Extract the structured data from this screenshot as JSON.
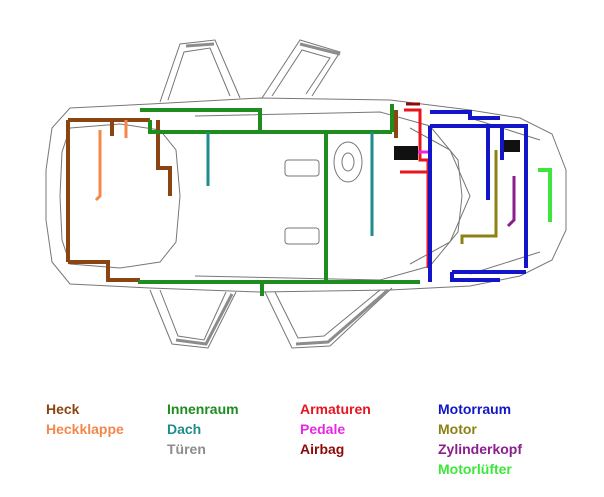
{
  "legend": {
    "col1": [
      {
        "key": "heck",
        "label": "Heck",
        "color": "#8B4513"
      },
      {
        "key": "heckklappe",
        "label": "Heckklappe",
        "color": "#F4874B"
      }
    ],
    "col2": [
      {
        "key": "innenraum",
        "label": "Innenraum",
        "color": "#1E8C1E"
      },
      {
        "key": "dach",
        "label": "Dach",
        "color": "#1E8C8C"
      },
      {
        "key": "tueren",
        "label": "Türen",
        "color": "#8C8C8C"
      }
    ],
    "col3": [
      {
        "key": "armaturen",
        "label": "Armaturen",
        "color": "#E8141E"
      },
      {
        "key": "pedale",
        "label": "Pedale",
        "color": "#E628E6"
      },
      {
        "key": "airbag",
        "label": "Airbag",
        "color": "#8C0A0A"
      }
    ],
    "col4": [
      {
        "key": "motorraum",
        "label": "Motorraum",
        "color": "#1414C8"
      },
      {
        "key": "motor",
        "label": "Motor",
        "color": "#8C8214"
      },
      {
        "key": "zylinderkopf",
        "label": "Zylinderkopf",
        "color": "#8C1E8C"
      },
      {
        "key": "motorluefter",
        "label": "Motorlüfter",
        "color": "#3CE63C"
      }
    ]
  },
  "colors": {
    "heck": "#8B4513",
    "heckklappe": "#F4874B",
    "innenraum": "#1E8C1E",
    "dach": "#1E8C8C",
    "tueren": "#8C8C8C",
    "armaturen": "#E8141E",
    "pedale": "#E628E6",
    "airbag": "#8C0A0A",
    "motorraum": "#1414C8",
    "motor": "#8C8214",
    "zylinderkopf": "#8C1E8C",
    "motorluefter": "#3CE63C",
    "outline": "#777777"
  }
}
